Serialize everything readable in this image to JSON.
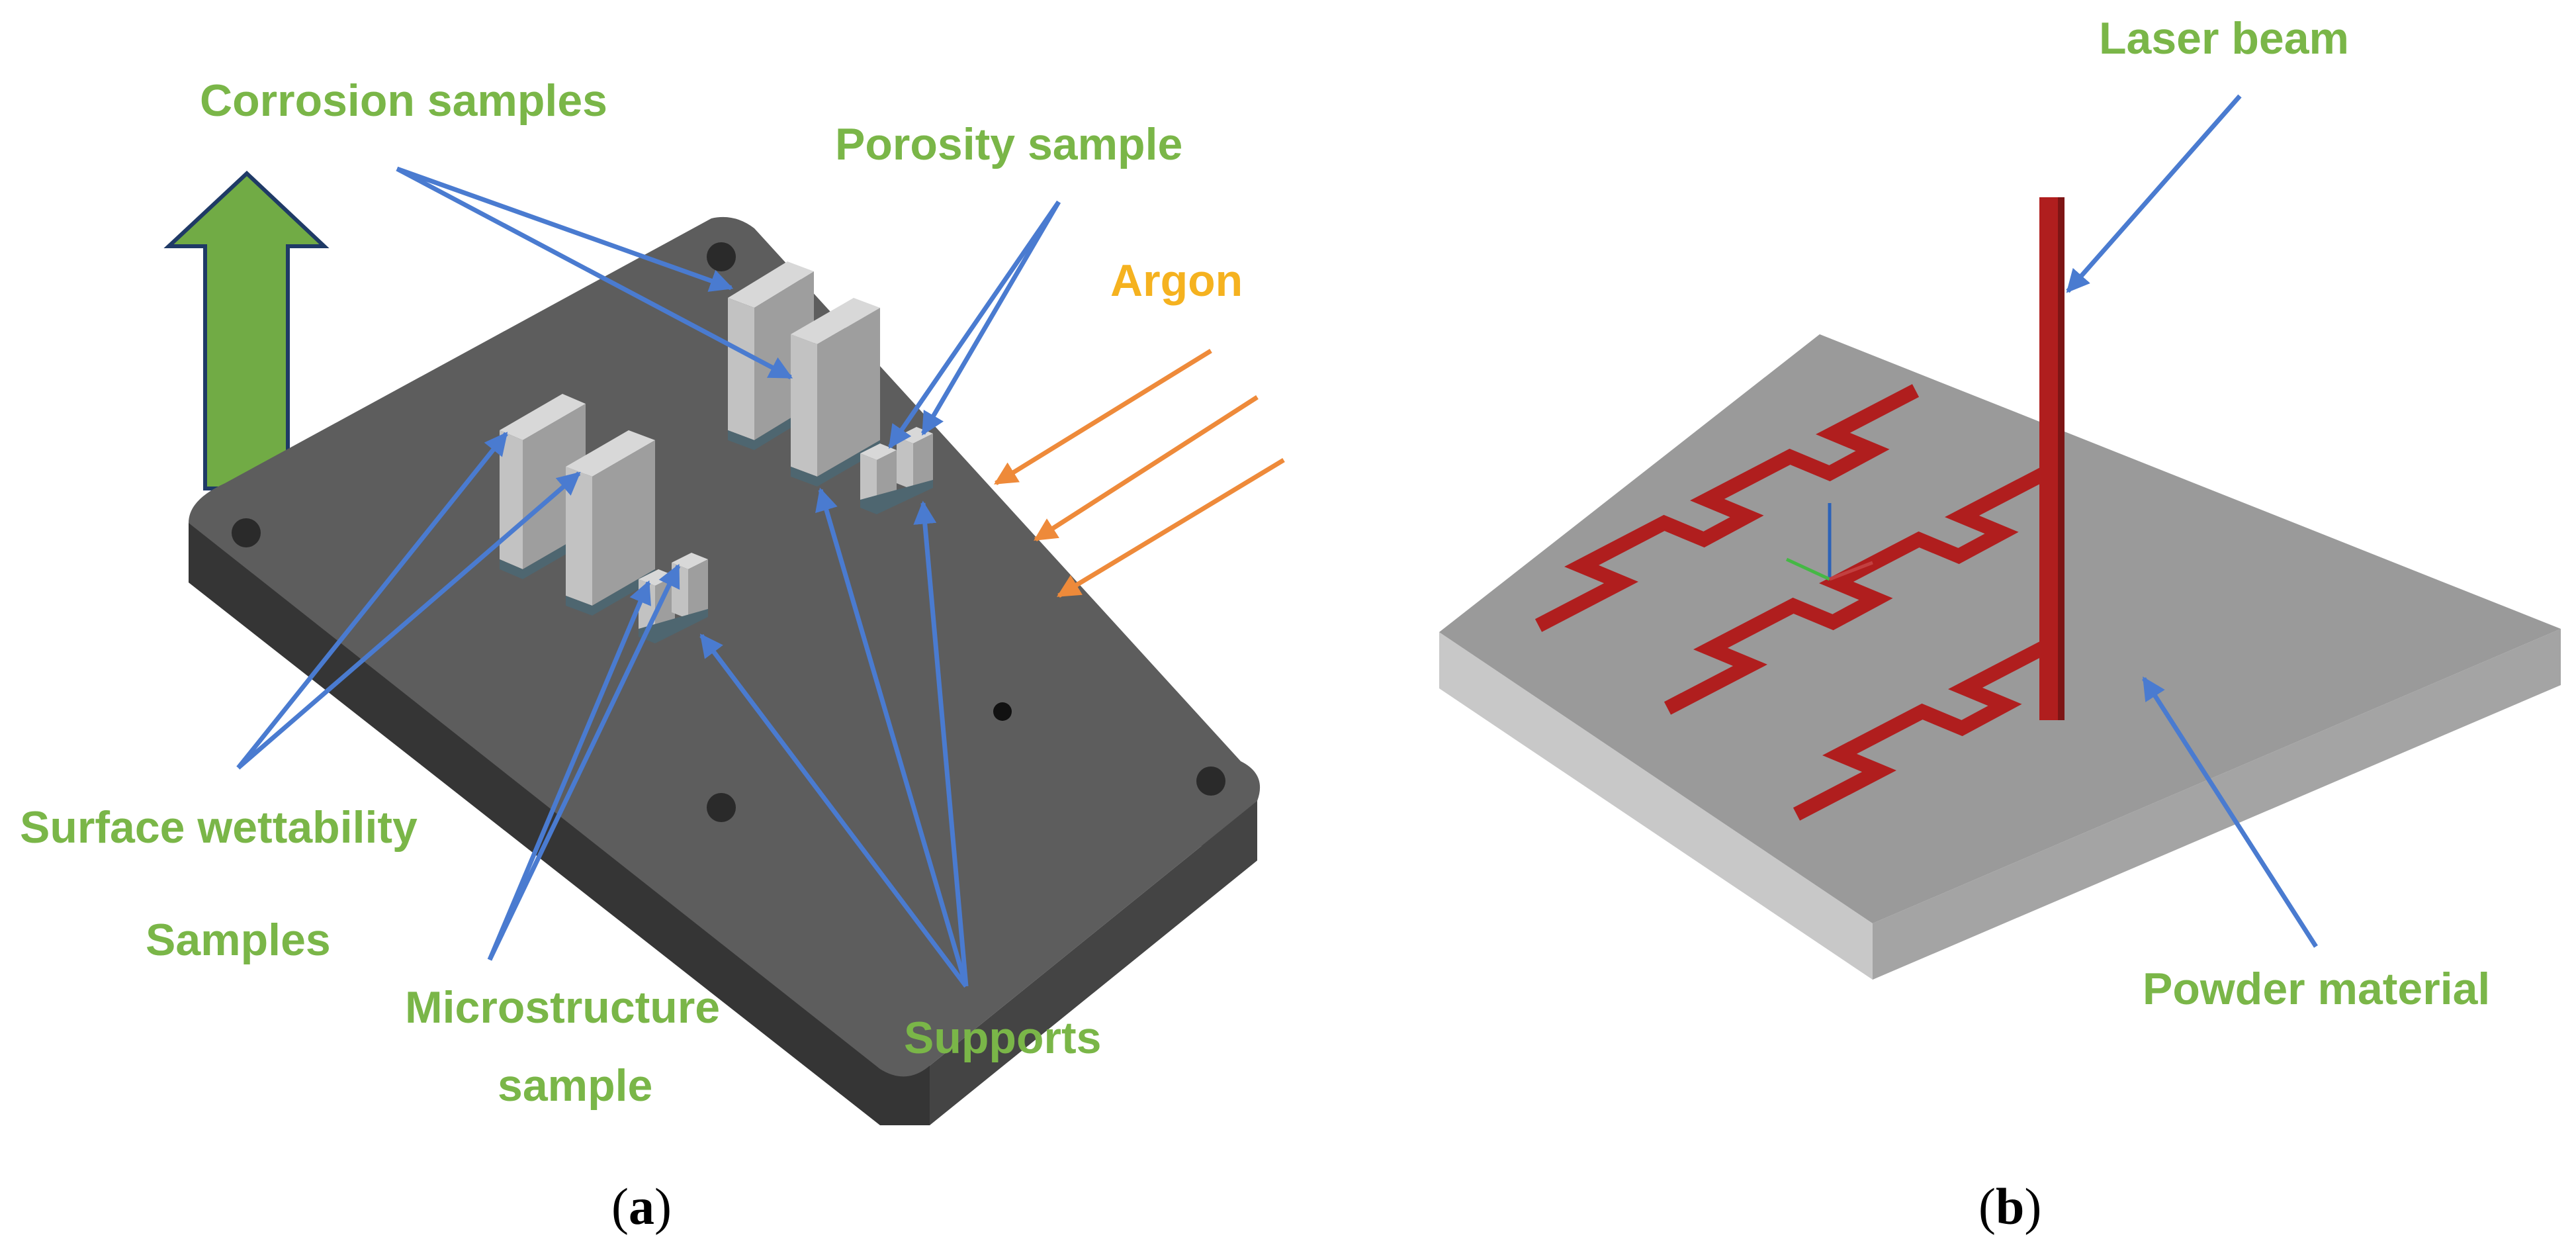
{
  "panel_a": {
    "labels": {
      "corrosion": "Corrosion samples",
      "porosity": "Porosity sample",
      "argon": "Argon",
      "surface_wettability": "Surface wettability",
      "samples": "Samples",
      "microstructure_1": "Microstructure",
      "microstructure_2": "sample",
      "supports": "Supports"
    },
    "caption_letter": "a"
  },
  "panel_b": {
    "labels": {
      "laser_beam": "Laser beam",
      "powder_material": "Powder material"
    },
    "caption_letter": "b"
  },
  "colors": {
    "label_green": "#7ab648",
    "argon_orange": "#f5b21f",
    "arrow_blue": "#4a7bd0",
    "arrow_orange": "#ee8a3a",
    "build_arrow_green": "#71ab45",
    "plate_top": "#5d5d5d",
    "plate_side": "#3e3e3e",
    "powder_top": "#9a9a9a",
    "laser_red": "#b01e1e"
  }
}
